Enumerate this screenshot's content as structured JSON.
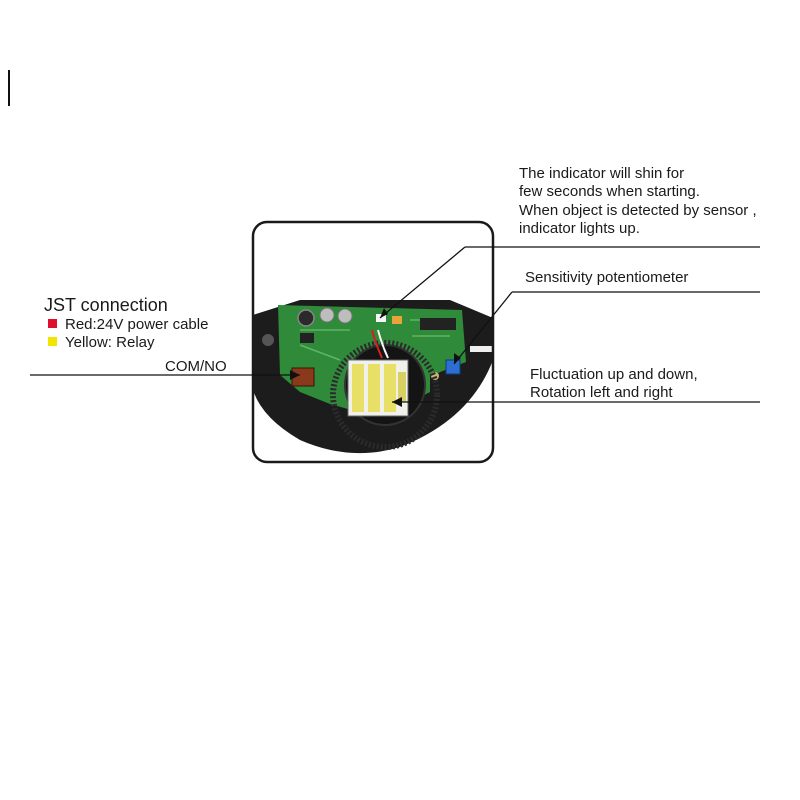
{
  "annotations": {
    "indicator": {
      "line1": "The indicator will shin for",
      "line2": "few seconds when starting.",
      "line3": "When object is detected by sensor ,",
      "line4": "indicator lights up."
    },
    "sensitivity": "Sensitivity potentiometer",
    "fluctuation": {
      "line1": "Fluctuation up and down,",
      "line2": "Rotation left and right"
    },
    "jst": {
      "title": "JST connection",
      "red_label": "Red:24V power cable",
      "yellow_label": "Yellow: Relay",
      "com_no": "COM/NO"
    }
  },
  "colors": {
    "red_swatch": "#e0102a",
    "yellow_swatch": "#f2e600",
    "pcb_green": "#2f8a3a",
    "housing": "#1c1c1c"
  }
}
